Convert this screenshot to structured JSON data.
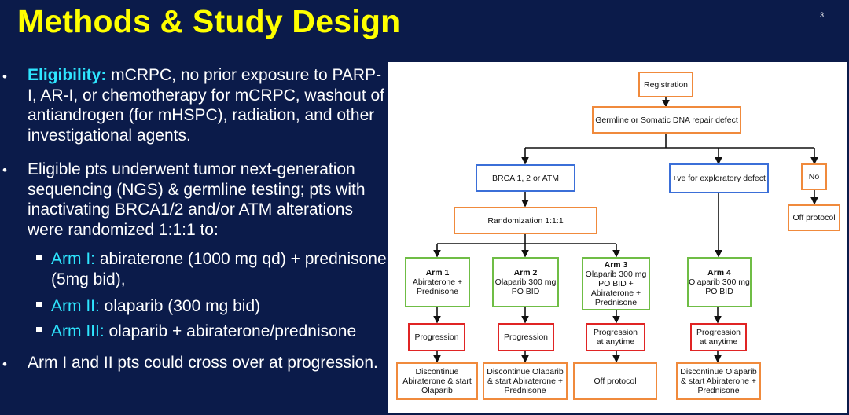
{
  "slide": {
    "title": "Methods & Study Design",
    "page_number": "3"
  },
  "bullets": {
    "b1_label": "Eligibility:",
    "b1_text": " mCRPC, no prior exposure to PARP-I, AR-I, or chemotherapy for mCRPC, washout of antiandrogen (for mHSPC), radiation, and other investigational agents.",
    "b2_text": "Eligible pts underwent tumor next-generation sequencing (NGS) & germline testing; pts with inactivating BRCA1/2 and/or ATM alterations were randomized 1:1:1 to:",
    "sub1_label": "Arm I:",
    "sub1_text": " abiraterone (1000 mg qd) + prednisone (5mg bid),",
    "sub2_label": "Arm II:",
    "sub2_text": " olaparib (300 mg bid)",
    "sub3_label": "Arm III:",
    "sub3_text": " olaparib + abiraterone/prednisone",
    "b3_text": " Arm I and II pts could cross over at progression.",
    "bullet_char": "•"
  },
  "diagram": {
    "registration": "Registration",
    "defect": "Germline or Somatic DNA repair defect",
    "brca": "BRCA 1, 2 or ATM",
    "exploratory": "+ve for exploratory defect",
    "no": "No",
    "off_protocol_top": "Off protocol",
    "randomization": "Randomization 1:1:1",
    "arm1_title": "Arm 1",
    "arm1_text": "Abiraterone +\nPrednisone",
    "arm2_title": "Arm 2",
    "arm2_text": "Olaparib 300 mg\nPO BID",
    "arm3_title": "Arm 3",
    "arm3_text": "Olaparib 300 mg\nPO BID +\nAbiraterone +\nPrednisone",
    "arm4_title": "Arm 4",
    "arm4_text": "Olaparib 300 mg\nPO BID",
    "prog1": "Progression",
    "prog2": "Progression",
    "prog3": "Progression\nat anytime",
    "prog4": "Progression\nat anytime",
    "end1": "Discontinue\nAbiraterone & start\nOlaparib",
    "end2": "Discontinue Olaparib\n& start Abiraterone +\nPrednisone",
    "end3": "Off protocol",
    "end4": "Discontinue Olaparib\n& start Abiraterone +\nPrednisone"
  },
  "colors": {
    "background": "#0b1b4a",
    "title": "#ffff00",
    "highlight": "#2ee6ff",
    "orange": "#f08a3c",
    "blue": "#3b6fd8",
    "green": "#6fbd45",
    "red": "#e02424"
  }
}
